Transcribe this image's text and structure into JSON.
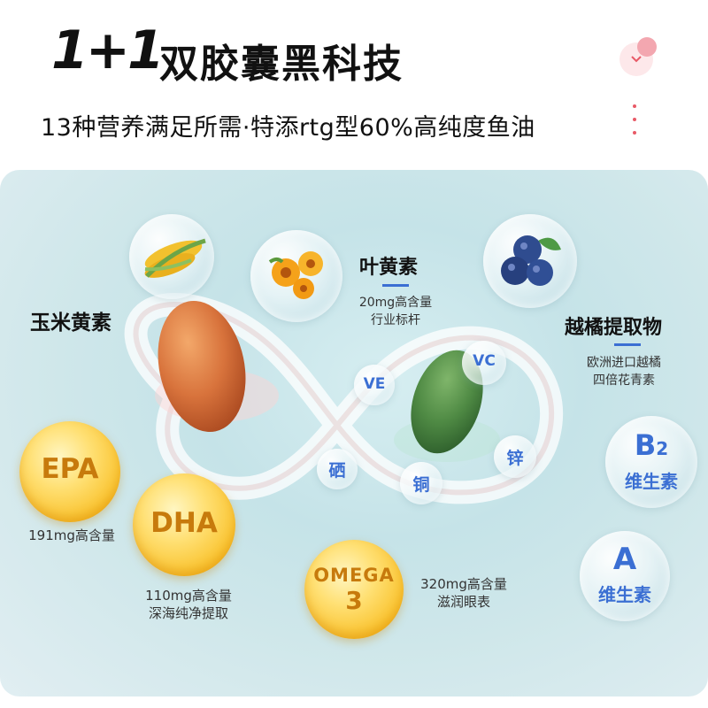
{
  "header": {
    "num": "1+1",
    "title": "双胶囊黑科技",
    "subtitle": "13种营养满足所需·特添rtg型60%高纯度鱼油"
  },
  "nutrients": {
    "corn": {
      "label": "玉米黄素"
    },
    "lutein": {
      "label": "叶黄素",
      "desc_1": "20mg高含量",
      "desc_2": "行业标杆"
    },
    "bilberry": {
      "label": "越橘提取物",
      "desc_1": "欧洲进口越橘",
      "desc_2": "四倍花青素"
    },
    "ve": {
      "label": "VE"
    },
    "vc": {
      "label": "VC"
    },
    "se": {
      "label": "硒"
    },
    "cu": {
      "label": "铜"
    },
    "zn": {
      "label": "锌"
    },
    "b2": {
      "label_main": "B",
      "label_sub": "2",
      "label_2": "维生素"
    },
    "a": {
      "label_main": "A",
      "label_2": "维生素"
    },
    "epa": {
      "label": "EPA",
      "desc": "191mg高含量"
    },
    "dha": {
      "label": "DHA",
      "desc_1": "110mg高含量",
      "desc_2": "深海纯净提取"
    },
    "omega": {
      "label_1": "OMEGA",
      "label_2": "3",
      "desc_1": "320mg高含量",
      "desc_2": "滋润眼表"
    }
  },
  "colors": {
    "accent": "#3b6fd3",
    "gold": "#f9c12a",
    "ui_red": "#e85a67"
  },
  "icons": {
    "side_button": "chevron-down-icon",
    "more": "more-vertical-icon"
  }
}
